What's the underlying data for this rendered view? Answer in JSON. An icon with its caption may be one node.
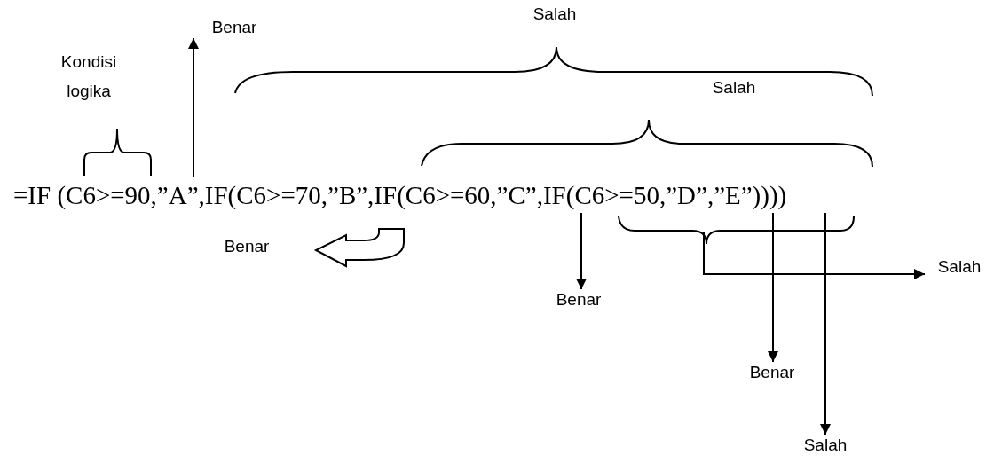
{
  "diagram": {
    "nodes": [
      {
        "text": [
          "=IF (C6>=90,”A”,IF(C6>=70,”B”,IF(C6>=60,”C”,IF(C6>=50,”D”,”E”))))"
        ]
      },
      {
        "text": [
          "Benar"
        ]
      },
      {
        "text": [
          "Benar"
        ]
      },
      {
        "text": [
          "Benar"
        ]
      },
      {
        "text": [
          "Salah"
        ]
      },
      {
        "text": [
          "Benar"
        ]
      },
      {
        "text": [
          "Salah"
        ]
      }
    ],
    "edges": [
      {
        "from": 0,
        "to": 1,
        "arrow": "to"
      },
      {
        "from": 0,
        "to": 2,
        "arrow": "to",
        "style": "thick"
      },
      {
        "from": 0,
        "to": 3,
        "arrow": "to"
      },
      {
        "from": 0,
        "to": 4,
        "arrow": "to"
      },
      {
        "from": 0,
        "to": 5,
        "arrow": "to"
      },
      {
        "from": 0,
        "to": 6,
        "arrow": "to"
      }
    ],
    "labels": [
      "Salah",
      "Kondisi logika",
      "Salah"
    ]
  }
}
